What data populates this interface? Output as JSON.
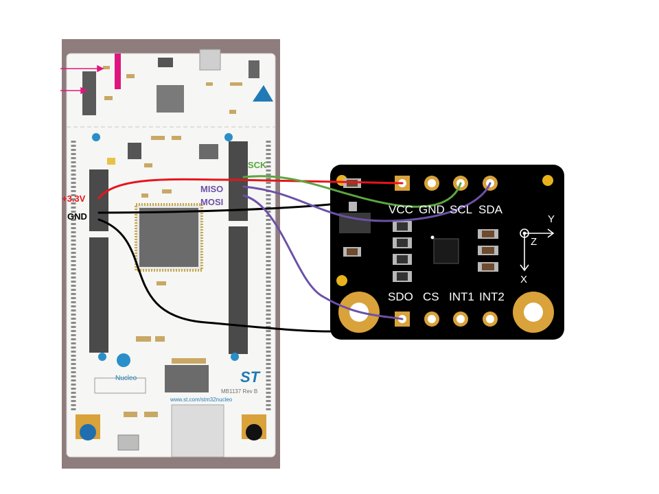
{
  "nucleo_board": {
    "brand_text": "Nucleo",
    "url_text": "www.st.com/stm32nucleo",
    "revision_text": "MB1137 Rev B"
  },
  "wire_labels": {
    "power": "+3.3V",
    "ground": "GND",
    "sck": "SCK",
    "miso": "MISO",
    "mosi": "MOSI"
  },
  "sensor_module": {
    "top_pins": [
      "VCC",
      "GND",
      "SCL",
      "SDA"
    ],
    "bottom_pins": [
      "SDO",
      "CS",
      "INT1",
      "INT2"
    ],
    "axes": {
      "y": "Y",
      "z": "Z",
      "x": "X"
    }
  },
  "colors": {
    "power_wire": "#e8141b",
    "ground_wire": "#000000",
    "sck_wire": "#5aa640",
    "miso_mosi_wire": "#6c51a8",
    "indicator_arrows": "#e0157f",
    "header_highlight": "#e0157f",
    "sensor_pcb": "#000000",
    "pad_gold": "#d9a23a"
  }
}
